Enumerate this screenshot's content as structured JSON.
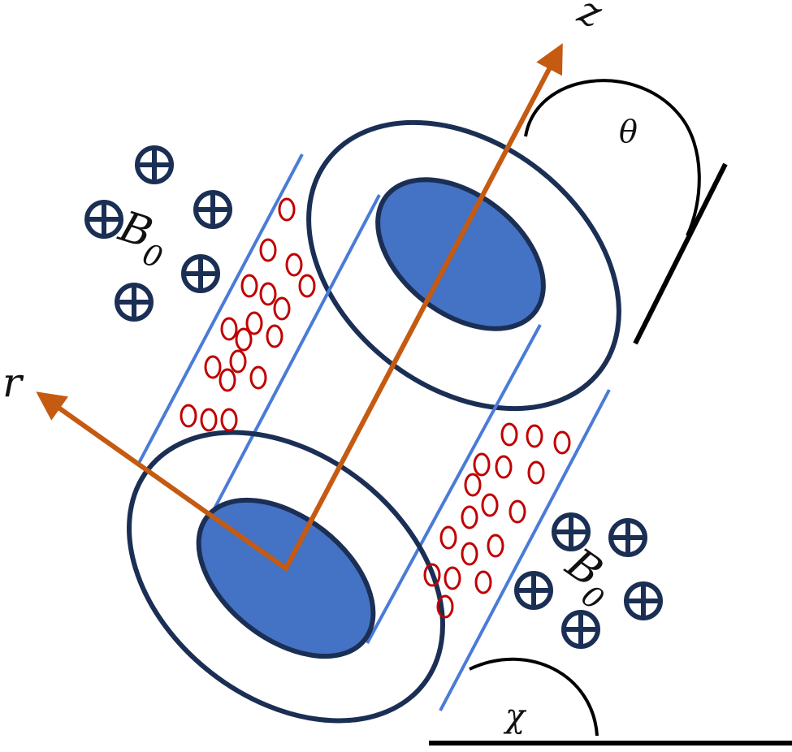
{
  "labels": {
    "axis_z": "z",
    "axis_r": "r",
    "angle_theta": "θ",
    "angle_chi": "χ",
    "field_top": {
      "symbol": "B",
      "subscript": "0"
    },
    "field_bottom": {
      "symbol": "B",
      "subscript": "0"
    }
  },
  "colors": {
    "outline": "#1b2f55",
    "core_fill": "#4472c4",
    "blue_line": "#4a7bd8",
    "axis_arrow": "#c55a11",
    "current_loop": "#c00000",
    "angle_line": "#000000",
    "field_symbol": "#1b2f55"
  },
  "icons": {
    "field_symbol": "circle-cross-icon",
    "current_loop": "current-loop-icon"
  }
}
